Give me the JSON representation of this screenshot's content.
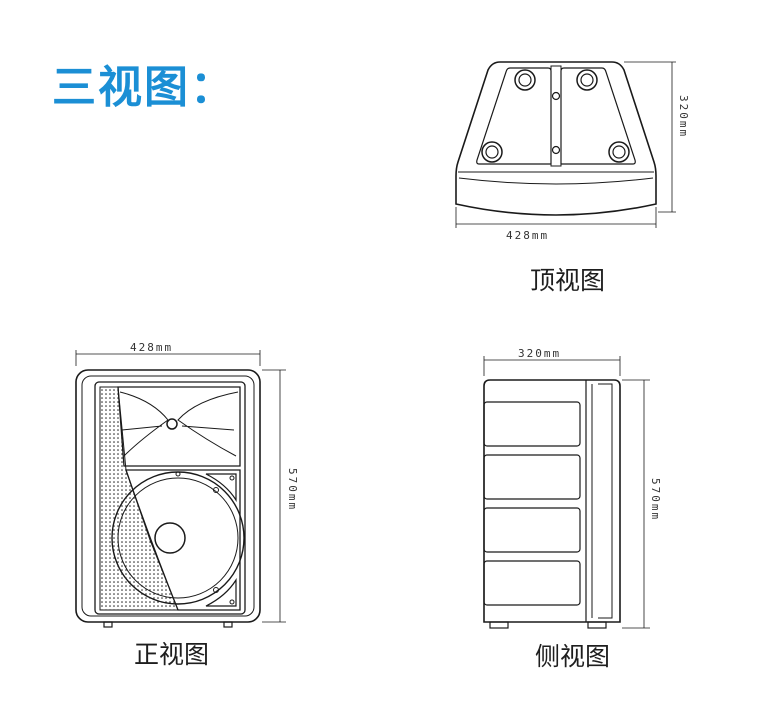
{
  "heading": "三视图：",
  "colors": {
    "heading": "#1b8fd5",
    "line": "#1a1a1a"
  },
  "views": {
    "top": {
      "label": "顶视图",
      "width_dim": "428mm",
      "depth_dim": "320mm"
    },
    "front": {
      "label": "正视图",
      "width_dim": "428mm",
      "height_dim": "570mm"
    },
    "side": {
      "label": "侧视图",
      "depth_dim": "320mm",
      "height_dim": "570mm"
    }
  }
}
